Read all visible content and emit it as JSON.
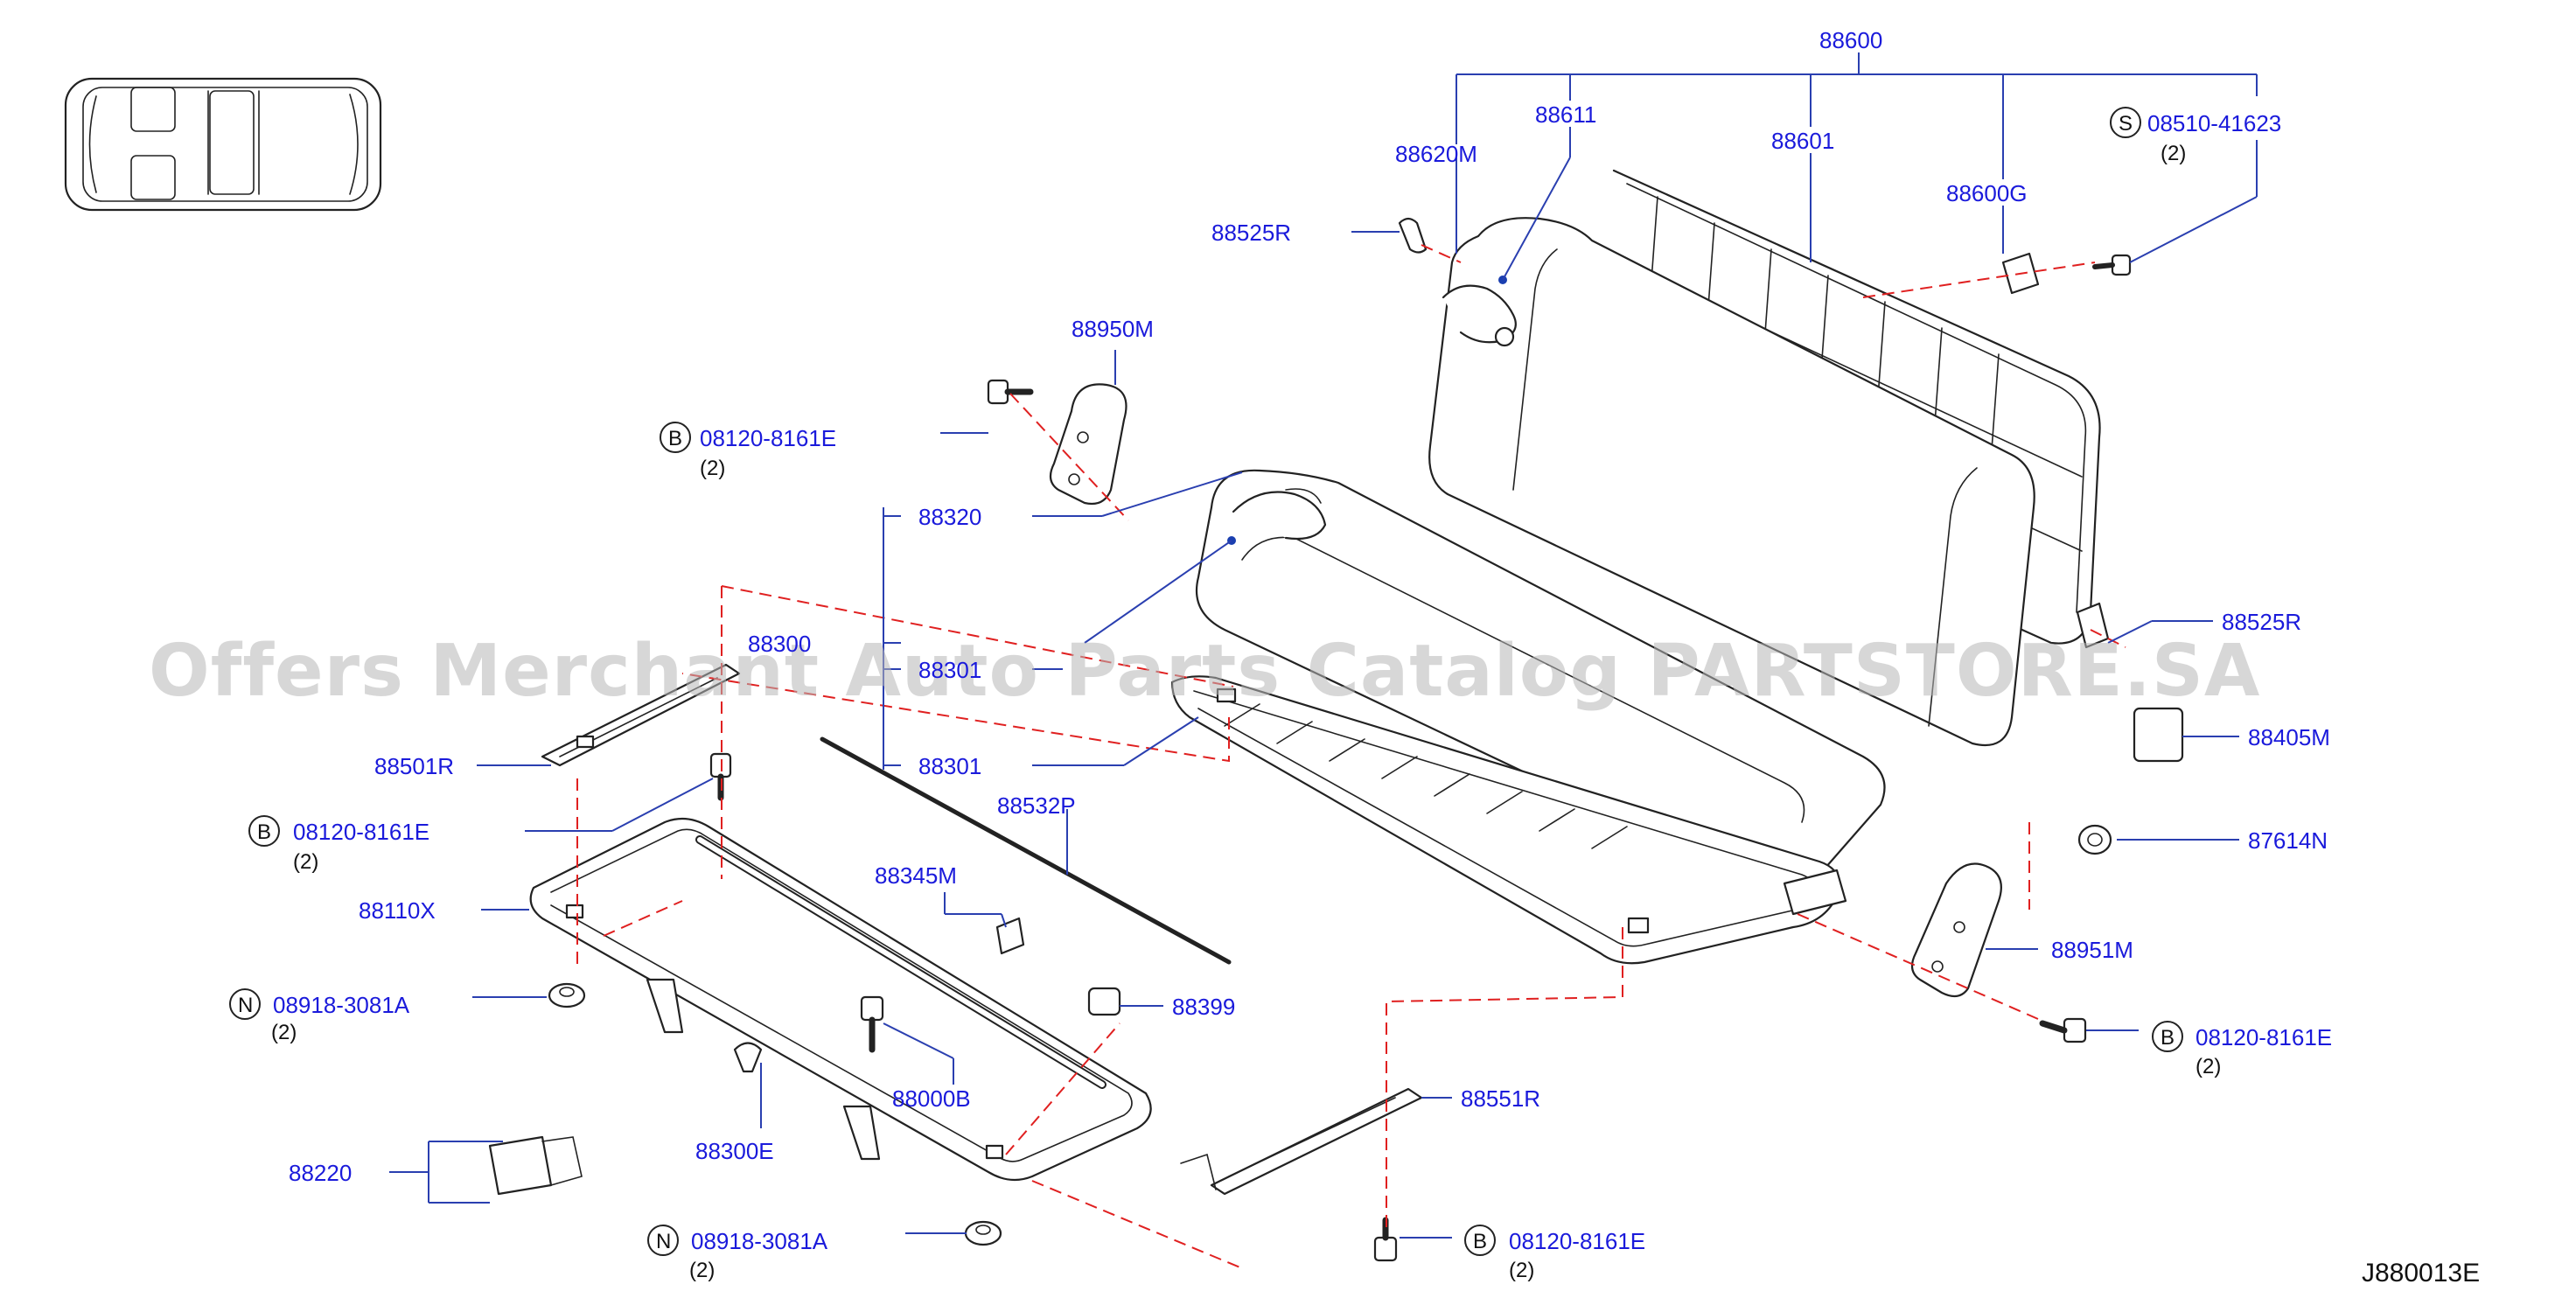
{
  "diagram_id": "J880013E",
  "watermark": "Offers Merchant Auto Parts Catalog PARTSTORE.SA",
  "colors": {
    "label": "#1a1adb",
    "leader": "#2a3fb0",
    "hidden_line": "#e02020",
    "outline": "#222222"
  },
  "callouts": {
    "p88600": "88600",
    "p88611": "88611",
    "p88620M": "88620M",
    "p88601": "88601",
    "p88600G": "88600G",
    "p88525R_top": "88525R",
    "p88950M": "88950M",
    "p88320": "88320",
    "p88300": "88300",
    "p88301_upper": "88301",
    "p88301_lower": "88301",
    "p88525R_right": "88525R",
    "p88405M": "88405M",
    "p88501R": "88501R",
    "p88532P": "88532P",
    "p87614N": "87614N",
    "p88345M": "88345M",
    "p88110X": "88110X",
    "p88951M": "88951M",
    "p88399": "88399",
    "p88000B": "88000B",
    "p88551R": "88551R",
    "p88300E": "88300E",
    "p88220": "88220"
  },
  "fasteners": {
    "s_screw": {
      "prefix": "S",
      "number": "08510-41623",
      "qty": "(2)"
    },
    "b_bolt_top": {
      "prefix": "B",
      "number": "08120-8161E",
      "qty": "(2)"
    },
    "b_bolt_left": {
      "prefix": "B",
      "number": "08120-8161E",
      "qty": "(2)"
    },
    "n_nut_left": {
      "prefix": "N",
      "number": "08918-3081A",
      "qty": "(2)"
    },
    "n_nut_bottom": {
      "prefix": "N",
      "number": "08918-3081A",
      "qty": "(2)"
    },
    "b_bolt_bottom": {
      "prefix": "B",
      "number": "08120-8161E",
      "qty": "(2)"
    },
    "b_bolt_right": {
      "prefix": "B",
      "number": "08120-8161E",
      "qty": "(2)"
    }
  }
}
